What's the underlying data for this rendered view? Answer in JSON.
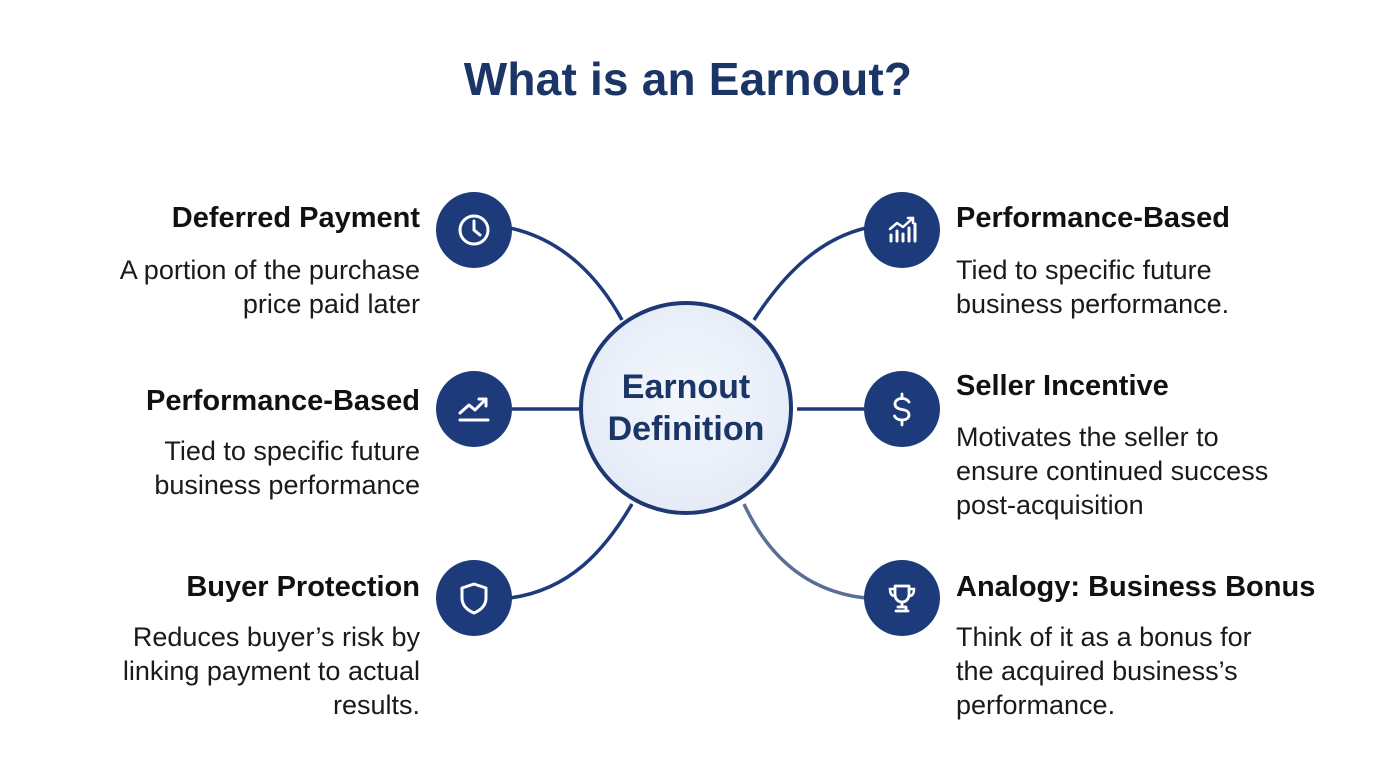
{
  "title": "What is an Earnout?",
  "hub": {
    "label": "Earnout\nDefinition"
  },
  "colors": {
    "navy": "#1d3b7a",
    "title": "#1b3566",
    "hub_fill": "#e6ecf7"
  },
  "left_nodes": [
    {
      "title": "Deferred Payment",
      "description": "A portion of the purchase\nprice paid later",
      "icon": "clock-icon"
    },
    {
      "title": "Performance-Based",
      "description": "Tied to specific  future\nbusiness performance",
      "icon": "trend-up-icon"
    },
    {
      "title": "Buyer Protection",
      "description": "Reduces buyer’s risk by\nlinking payment to actual\nresults.",
      "icon": "shield-icon"
    }
  ],
  "right_nodes": [
    {
      "title": "Performance-Based",
      "description": "Tied to specific future\nbusiness performance.",
      "icon": "bar-chart-icon"
    },
    {
      "title": "Seller Incentive",
      "description": "Motivates the seller to\nensure continued success\npost-acquisition",
      "icon": "dollar-icon"
    },
    {
      "title": "Analogy: Business Bonus",
      "description": "Think of it as a bonus for\nthe acquired business’s\nperformance.",
      "icon": "trophy-icon"
    }
  ]
}
